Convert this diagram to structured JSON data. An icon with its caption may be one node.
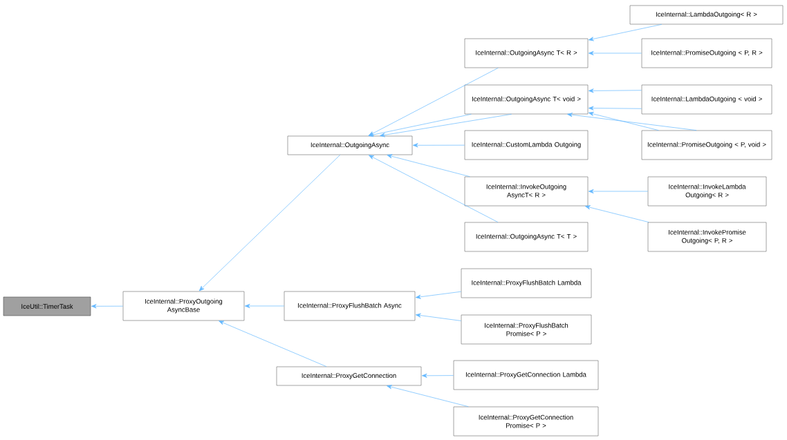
{
  "diagram": {
    "nodes": [
      {
        "text": [
          "IceUtil::TimerTask"
        ]
      },
      {
        "text": [
          "IceInternal::ProxyOutgoing AsyncBase"
        ]
      },
      {
        "text": [
          "IceInternal::OutgoingAsync"
        ]
      },
      {
        "text": [
          "IceInternal::ProxyFlushBatch Async"
        ]
      },
      {
        "text": [
          "IceInternal::ProxyGetConnection"
        ]
      },
      {
        "text": [
          "IceInternal::OutgoingAsync T< R >"
        ]
      },
      {
        "text": [
          "IceInternal::OutgoingAsync T< void >"
        ]
      },
      {
        "text": [
          "IceInternal::CustomLambda Outgoing"
        ]
      },
      {
        "text": [
          "IceInternal::InvokeOutgoing AsyncT< R >"
        ]
      },
      {
        "text": [
          "IceInternal::OutgoingAsync T< T >"
        ]
      },
      {
        "text": [
          "IceInternal::ProxyFlushBatch Lambda"
        ]
      },
      {
        "text": [
          "IceInternal::ProxyFlushBatch Promise< P >"
        ]
      },
      {
        "text": [
          "IceInternal::ProxyGetConnection Lambda"
        ]
      },
      {
        "text": [
          "IceInternal::ProxyGetConnection Promise< P >"
        ]
      },
      {
        "text": [
          "IceInternal::LambdaOutgoing< R >"
        ]
      },
      {
        "text": [
          "IceInternal::PromiseOutgoing < P, R >"
        ]
      },
      {
        "text": [
          "IceInternal::LambdaOutgoing < void >"
        ]
      },
      {
        "text": [
          "IceInternal::PromiseOutgoing < P, void >"
        ]
      },
      {
        "text": [
          "IceInternal::InvokeLambda Outgoing< R >"
        ]
      },
      {
        "text": [
          "IceInternal::InvokePromise Outgoing< P, R >"
        ]
      }
    ],
    "edges": [
      {
        "from": 1,
        "to": 0,
        "arrow": "to"
      },
      {
        "from": 2,
        "to": 1,
        "arrow": "to"
      },
      {
        "from": 3,
        "to": 1,
        "arrow": "to"
      },
      {
        "from": 4,
        "to": 1,
        "arrow": "to"
      },
      {
        "from": 5,
        "to": 2,
        "arrow": "to"
      },
      {
        "from": 6,
        "to": 2,
        "arrow": "to"
      },
      {
        "from": 6,
        "to": 2,
        "arrow": "to"
      },
      {
        "from": 7,
        "to": 2,
        "arrow": "to"
      },
      {
        "from": 8,
        "to": 2,
        "arrow": "to"
      },
      {
        "from": 9,
        "to": 2,
        "arrow": "to"
      },
      {
        "from": 10,
        "to": 3,
        "arrow": "to"
      },
      {
        "from": 11,
        "to": 3,
        "arrow": "to"
      },
      {
        "from": 12,
        "to": 4,
        "arrow": "to"
      },
      {
        "from": 13,
        "to": 4,
        "arrow": "to"
      },
      {
        "from": 14,
        "to": 5,
        "arrow": "to"
      },
      {
        "from": 15,
        "to": 5,
        "arrow": "to"
      },
      {
        "from": 16,
        "to": 6,
        "arrow": "to"
      },
      {
        "from": 16,
        "to": 6,
        "arrow": "to"
      },
      {
        "from": 17,
        "to": 6,
        "arrow": "to"
      },
      {
        "from": 17,
        "to": 6,
        "arrow": "to"
      },
      {
        "from": 18,
        "to": 8,
        "arrow": "to"
      },
      {
        "from": 19,
        "to": 8,
        "arrow": "to"
      }
    ]
  }
}
